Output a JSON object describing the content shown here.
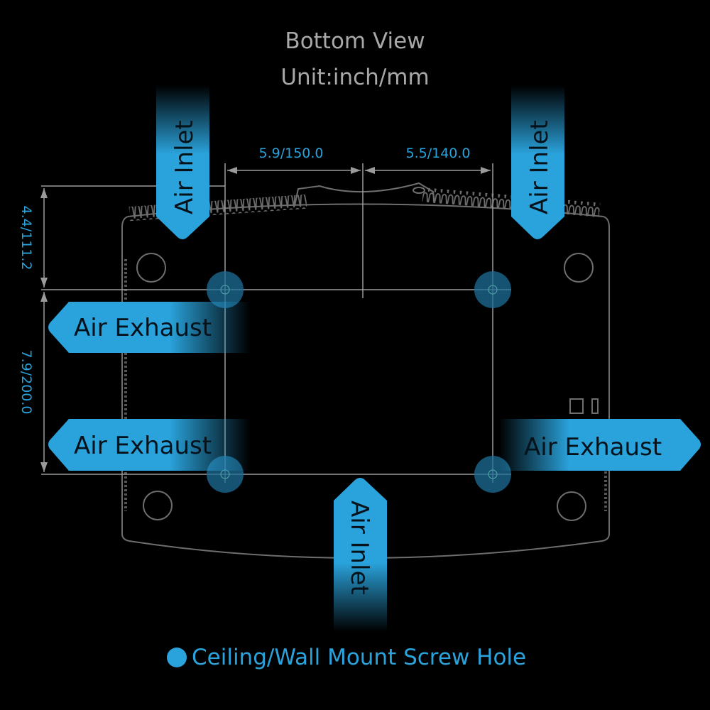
{
  "title": "Bottom View",
  "unit": "Unit:inch/mm",
  "dimensions": {
    "top_left": "5.9/150.0",
    "top_right": "5.5/140.0",
    "left_upper": "4.4/111.2",
    "left_lower": "7.9/200.0"
  },
  "airflow": {
    "inlet_top_left": "Air Inlet",
    "inlet_top_right": "Air Inlet",
    "inlet_bottom": "Air Inlet",
    "exhaust_left_upper": "Air Exhaust",
    "exhaust_left_lower": "Air Exhaust",
    "exhaust_right": "Air Exhaust"
  },
  "legend": {
    "label": "Ceiling/Wall Mount Screw Hole"
  },
  "colors": {
    "accent": "#2aa3dc",
    "background": "#000000",
    "line": "#9a9a9a"
  }
}
